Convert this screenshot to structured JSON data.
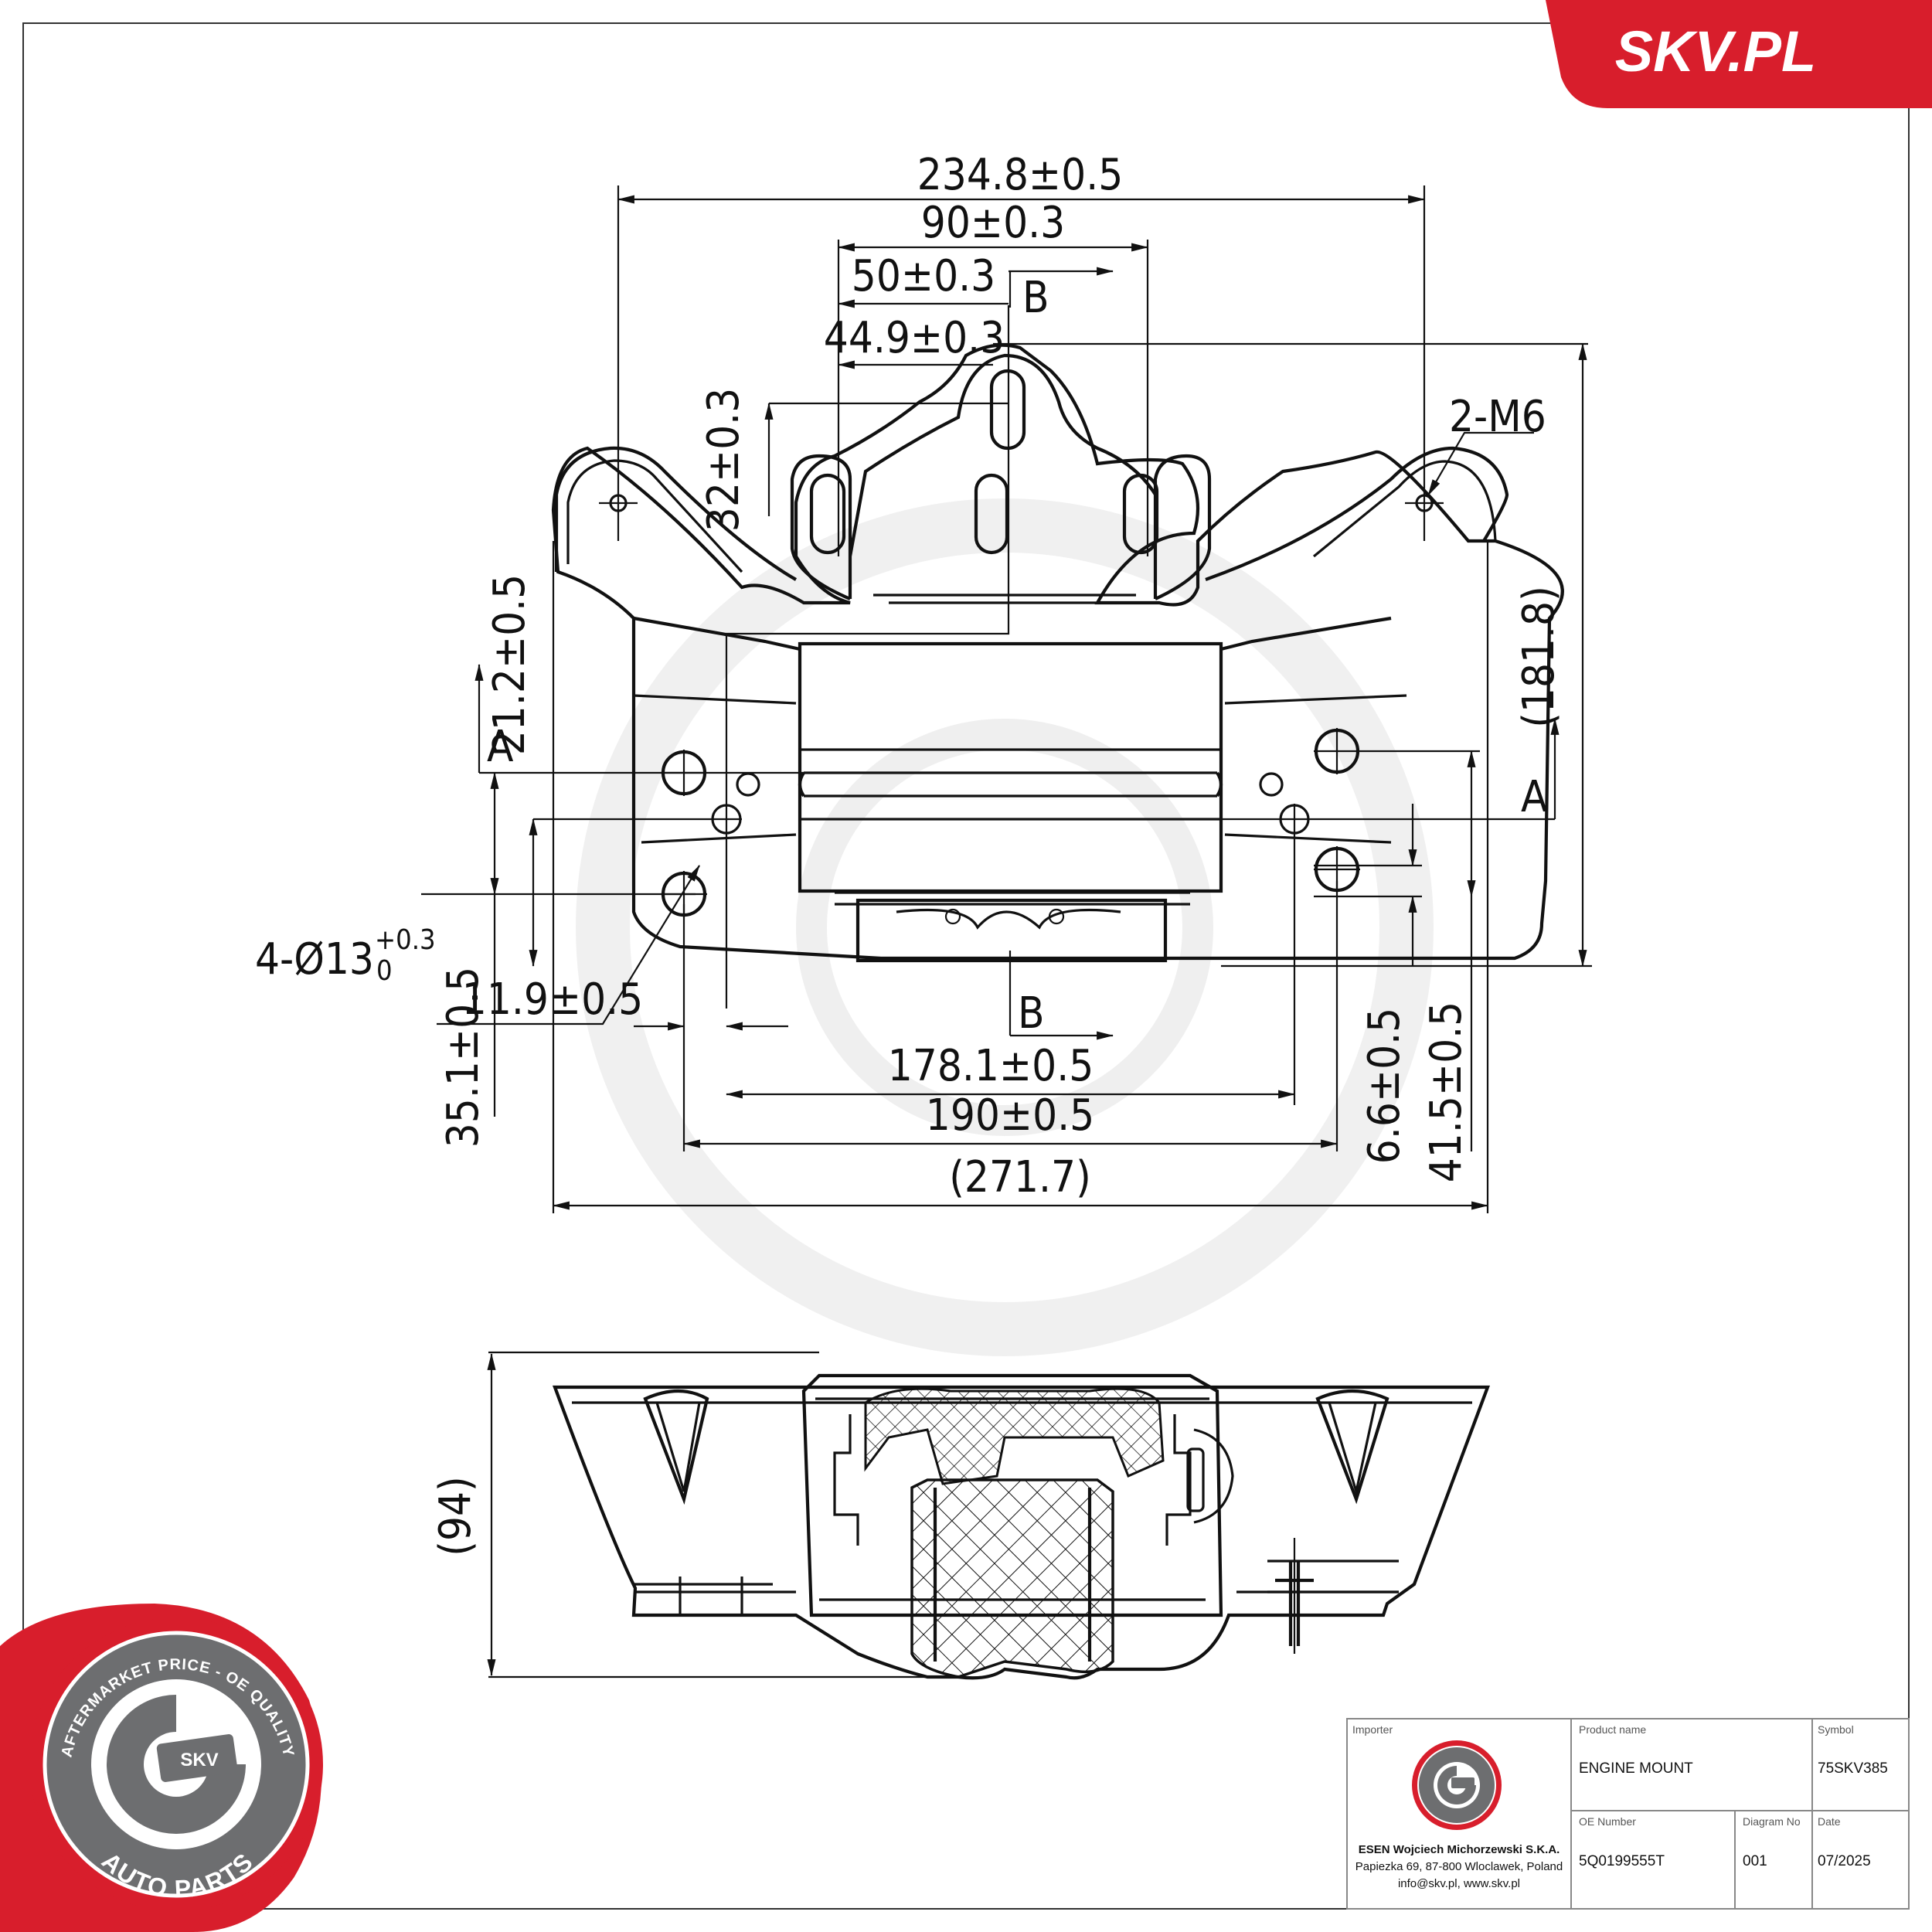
{
  "brand": {
    "text": "SKV.PL",
    "color": "#d81e2c"
  },
  "drawing": {
    "dimensions": {
      "overall_width": "234.8±0.5",
      "width_90": "90±0.3",
      "width_50": "50±0.3",
      "width_44_9": "44.9±0.3",
      "height_32": "32±0.3",
      "thread": "2-M6",
      "height_181_8": "(181.8)",
      "height_21_2": "21.2±0.5",
      "section_a": "A",
      "section_b": "B",
      "holes_prefix": "4-Ø13",
      "holes_tol_upper": "+0.3",
      "holes_tol_lower": "0",
      "offset_11_9": "11.9±0.5",
      "height_35_1": "35.1±0.5",
      "width_178_1": "178.1±0.5",
      "width_190": "190±0.5",
      "width_271_7": "(271.7)",
      "height_6_6": "6.6±0.5",
      "height_41_5": "41.5±0.5",
      "side_height_94": "(94)"
    }
  },
  "seal": {
    "top_text": "AFTERMARKET PRICE - OE QUALITY",
    "bottom_text": "AUTO PARTS",
    "center_text": "SKV"
  },
  "title_block": {
    "importer_label": "Importer",
    "importer_name": "ESEN Wojciech Michorzewski S.K.A.",
    "importer_address": "Papiezka 69, 87-800 Wloclawek, Poland",
    "importer_contact": "info@skv.pl, www.skv.pl",
    "product_name_label": "Product name",
    "product_name": "ENGINE MOUNT",
    "symbol_label": "Symbol",
    "symbol": "75SKV385",
    "oe_number_label": "OE Number",
    "oe_number": "5Q0199555T",
    "diagram_no_label": "Diagram No",
    "diagram_no": "001",
    "date_label": "Date",
    "date": "07/2025"
  }
}
